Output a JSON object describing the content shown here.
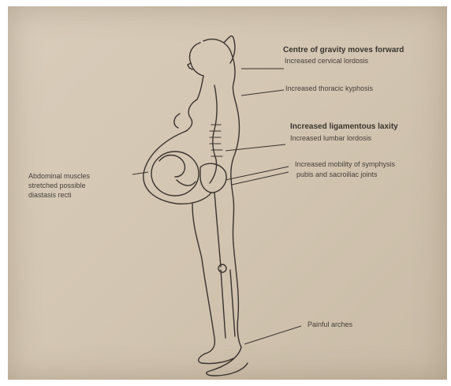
{
  "labels": {
    "gravity": "Centre of gravity moves forward",
    "cervical": "Increased cervical lordosis",
    "thoracic": "Increased thoracic kyphosis",
    "ligamentous": "Increased ligamentous laxity",
    "lumbar": "Increased lumbar lordosis",
    "mobility_line1": "Increased mobility of symphysis",
    "mobility_line2": "pubis and sacroiliac joints",
    "abdominal_line1": "Abdominal muscles",
    "abdominal_line2": "stretched possible",
    "abdominal_line3": "diastasis recti",
    "arches": "Painful arches"
  },
  "colors": {
    "paper": "#d6c9b5",
    "ink": "#2d2824"
  }
}
